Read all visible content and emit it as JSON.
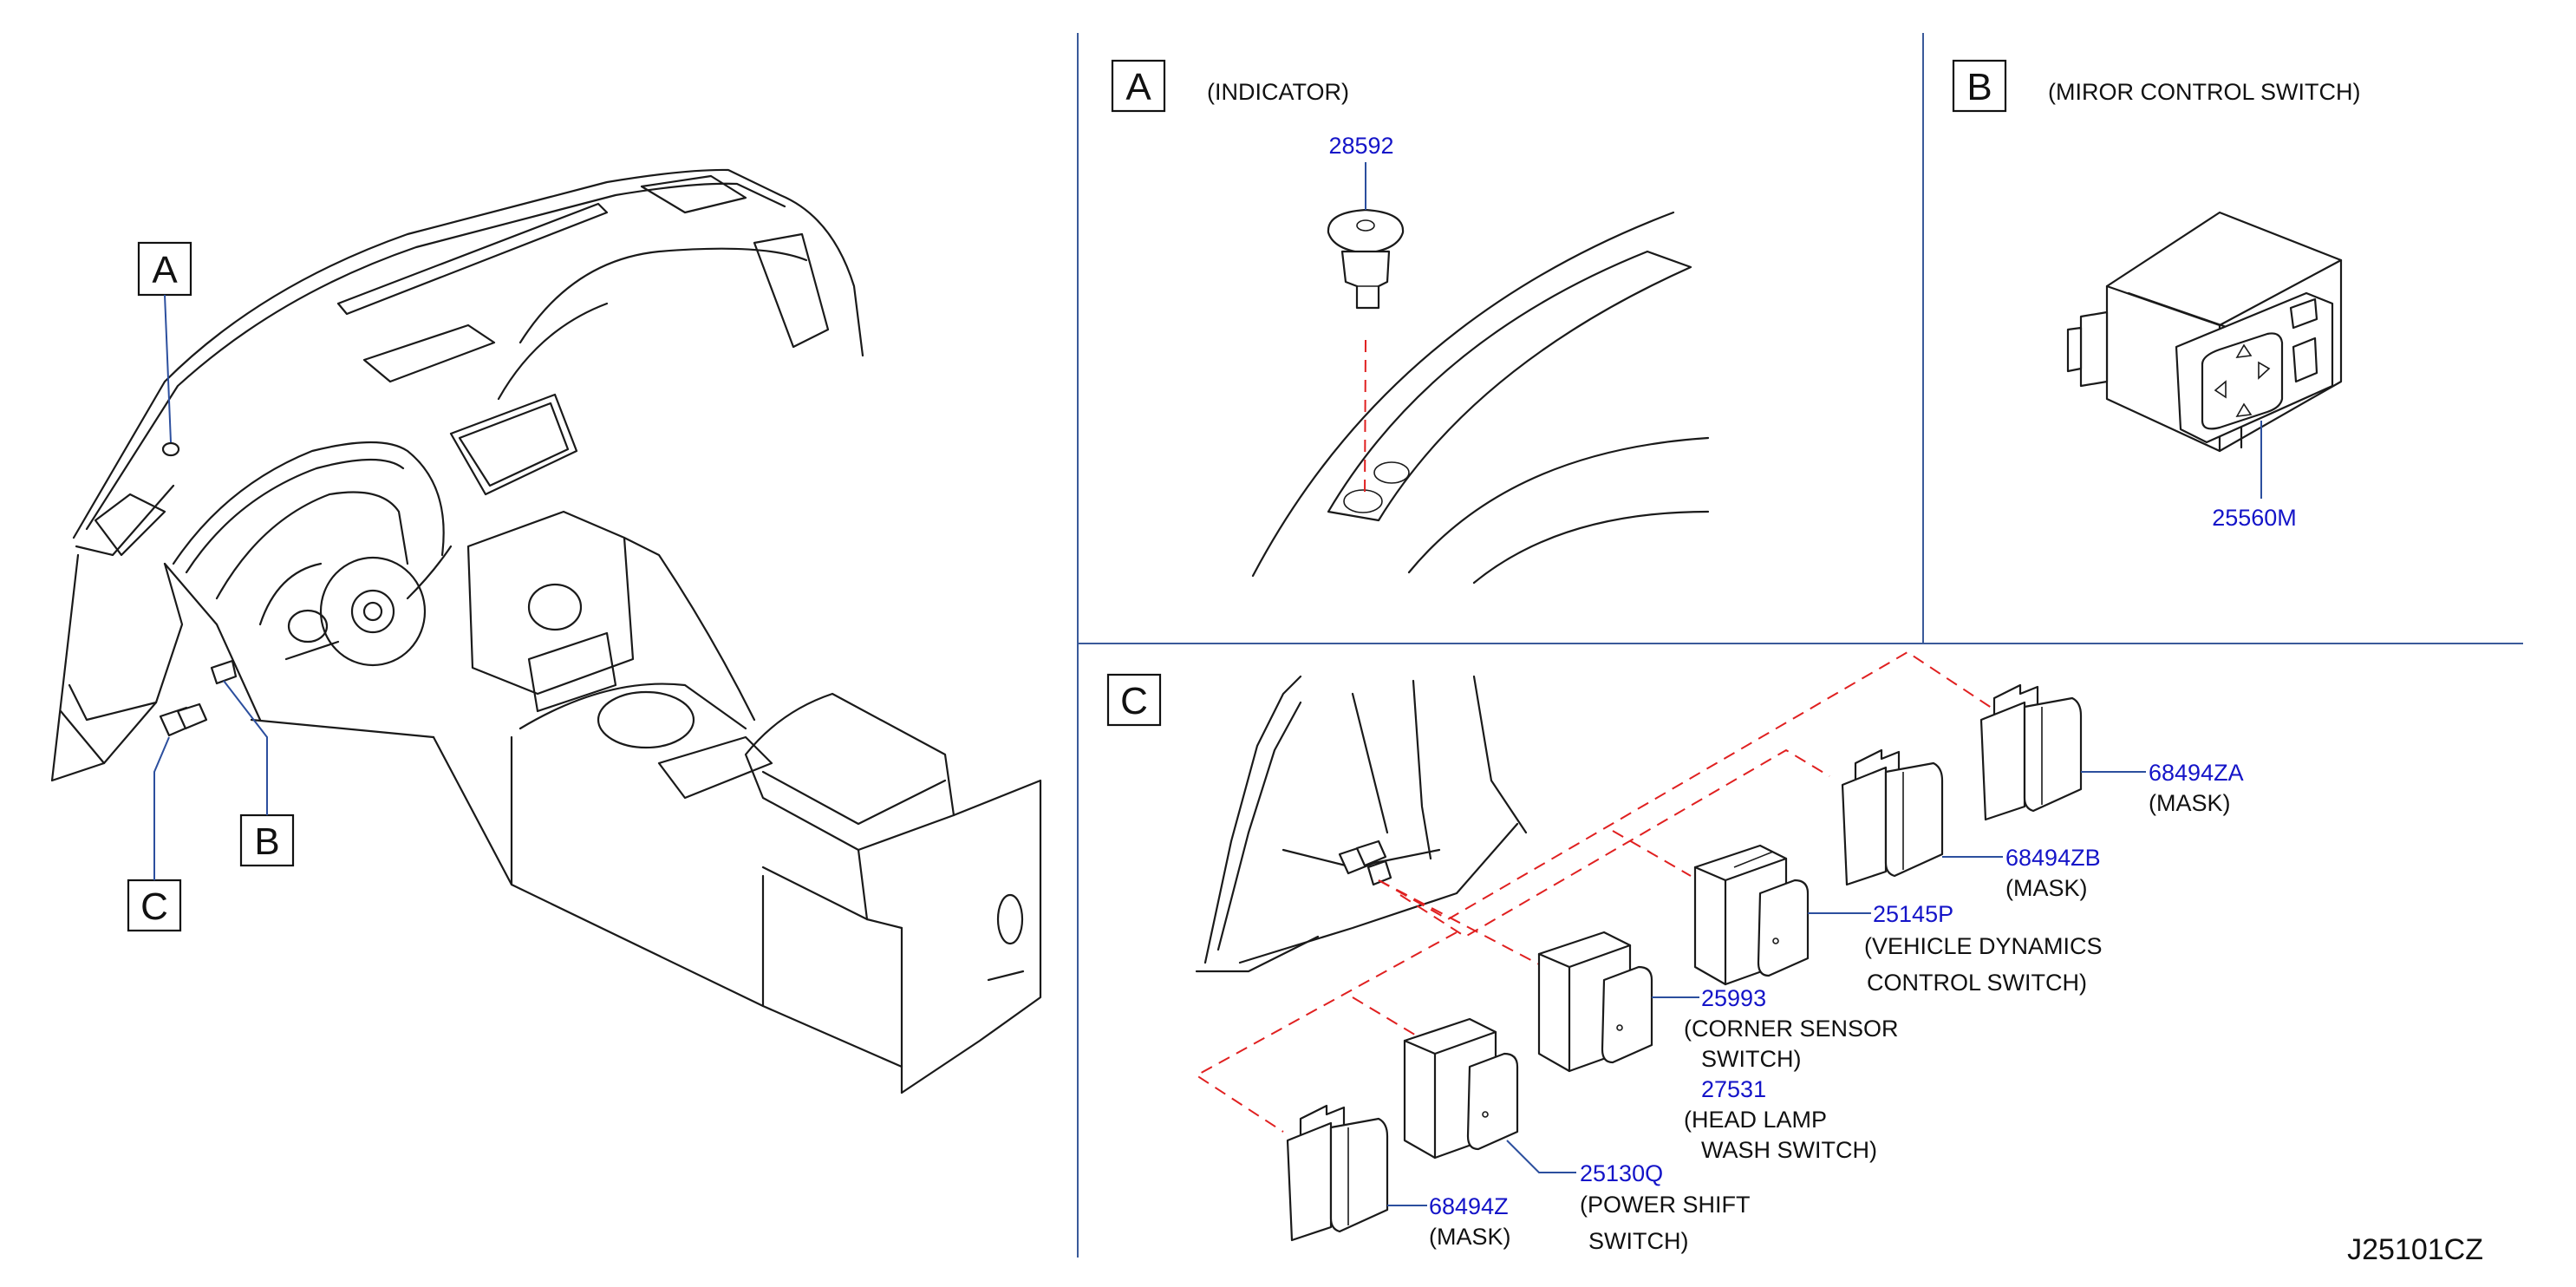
{
  "sections": {
    "A": {
      "letter": "A",
      "title": "(INDICATOR)"
    },
    "B": {
      "letter": "B",
      "title": "(MIROR CONTROL SWITCH)"
    },
    "C": {
      "letter": "C"
    }
  },
  "overview_callouts": {
    "A": "A",
    "B": "B",
    "C": "C"
  },
  "parts": {
    "p28592": {
      "number": "28592"
    },
    "p25560M": {
      "number": "25560M"
    },
    "p68494ZA": {
      "number": "68494ZA",
      "desc": "(MASK)"
    },
    "p68494ZB": {
      "number": "68494ZB",
      "desc": "(MASK)"
    },
    "p25145P": {
      "number": "25145P",
      "desc_line1": "(VEHICLE DYNAMICS",
      "desc_line2": "CONTROL SWITCH)"
    },
    "p25993": {
      "number": "25993",
      "desc_line1": "(CORNER SENSOR",
      "desc_line2": "SWITCH)"
    },
    "p27531": {
      "number": "27531",
      "desc_line1": "(HEAD LAMP",
      "desc_line2": "WASH SWITCH)"
    },
    "p25130Q": {
      "number": "25130Q",
      "desc_line1": "(POWER SHIFT",
      "desc_line2": "SWITCH)"
    },
    "p68494Z": {
      "number": "68494Z",
      "desc": "(MASK)"
    }
  },
  "drawing_code": "J25101CZ",
  "colors": {
    "part_number": "#1414c8",
    "leader_line": "#2c4f9e",
    "dashed_guide": "#e02020",
    "line_art": "#1a1a1a"
  }
}
